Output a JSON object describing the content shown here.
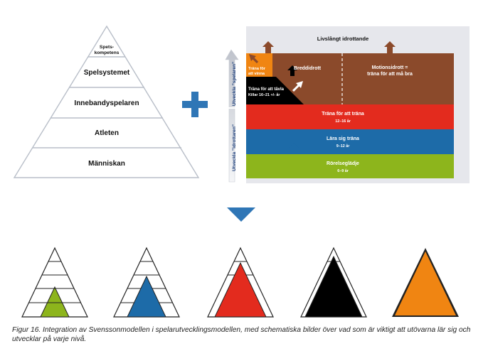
{
  "pyramid": {
    "levels": [
      "Spets-",
      "kompetens",
      "Spelsystemet",
      "Innebandyspelaren",
      "Atleten",
      "Människan"
    ]
  },
  "plus_symbol": "+",
  "ltad": {
    "lifelong": "Livslångt idrottande",
    "vertical_top": "Utveckla \"spelaren\"",
    "vertical_bottom": "Utveckla \"idrottaren\"",
    "win_label": [
      "Träna för",
      "att vinna"
    ],
    "compete_label": [
      "Träna för att tävla",
      "Killar 16–21 +/- år"
    ],
    "breddidrott": "Breddidrott",
    "motion": [
      "Motionsidrott =",
      "träna för att må bra"
    ],
    "train_to_train": "Träna för att träna",
    "train_to_train_age": "12–16 år",
    "learn_to_train": "Lära sig träna",
    "learn_to_train_age": "9–12 år",
    "fun": "Rörelseglädje",
    "fun_age": "6–9 år"
  },
  "colors": {
    "brown": "#8b4a2b",
    "red": "#e32b1e",
    "blue": "#1d6ba8",
    "green": "#8db51c",
    "orange": "#f08512",
    "black": "#000000",
    "arrow_blue": "#2f76b6",
    "panel_bg": "#e6e7ec"
  },
  "caption": "Figur 16. Integration av Svenssonmodellen i spelarutvecklingsmodellen, med schematiska bilder över vad som är viktigt att utövarna lär sig och utvecklar på varje nivå."
}
